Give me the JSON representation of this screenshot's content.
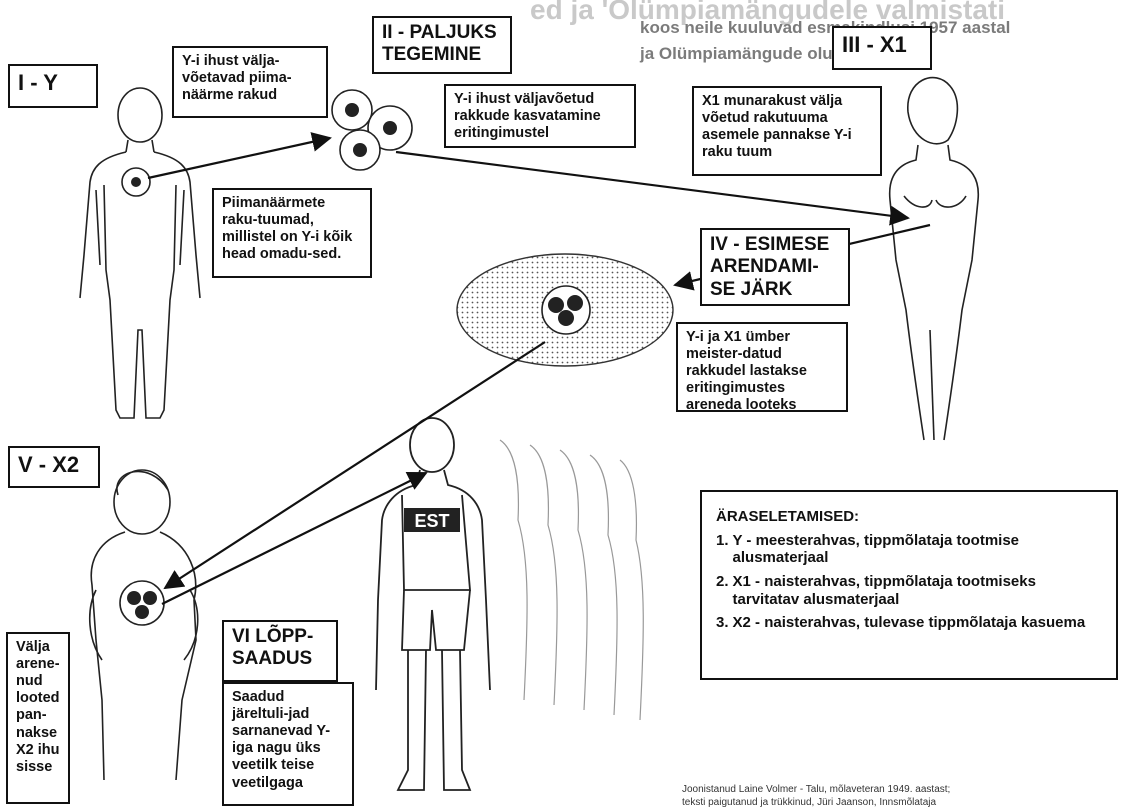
{
  "background_text": {
    "headline1": "ed ja 'Olümpiamängudele valmistati",
    "headline2": "koos neile kuuluvad esmakindlusi 1957 aastal",
    "headline3": "ja Olümpiamängude olukord"
  },
  "stages": {
    "stage1": "I - Y",
    "stage2": "II - PALJUKS TEGEMINE",
    "stage3": "III - X1",
    "stage4": "IV - ESIMESE ARENDAMI-SE JÄRK",
    "stage5": "V - X2",
    "stage6": "VI LÕPP-SAADUS"
  },
  "captions": {
    "c1": "Y-i ihust välja-võetavad piima-näärme rakud",
    "c2": "Piimanäärmete raku-tuumad, millistel on Y-i kõik head omadu-sed.",
    "c3": "Y-i ihust väljavõetud rakkude kasvatamine eritingimustel",
    "c4": "X1 munarakust välja võetud rakutuuma asemele pannakse Y-i raku tuum",
    "c5": "Y-i ja X1 ümber meister-datud rakkudel lastakse eritingimustes areneda looteks",
    "c6": "Välja arene-nud looted pan-nakse X2 ihu sisse",
    "c7": "Saadud järeltuli-jad sarnanevad Y-iga nagu üks veetilk teise veetilgaga"
  },
  "legend": {
    "title": "ÄRASELETAMISED:",
    "items": [
      {
        "num": "1.",
        "text": "Y - meesterahvas, tippmõlataja tootmise alusmaterjaal"
      },
      {
        "num": "2.",
        "text": "X1 - naisterahvas, tippmõlataja tootmiseks tarvitatav alusmaterjaal"
      },
      {
        "num": "3.",
        "text": "X2 - naisterahvas, tulevase tippmõlataja kasuema"
      }
    ]
  },
  "shirt_text": "EST",
  "credit": {
    "line1": "Joonistanud Laine Volmer - Talu, mõlaveteran 1949. aastast;",
    "line2": "teksti paigutanud ja trükkinud, Jüri Jaanson, Innsmõlataja"
  },
  "colors": {
    "ink": "#111111",
    "ghost": "#c9c9c9",
    "bgtext": "#7b7b7b",
    "background": "#ffffff"
  }
}
